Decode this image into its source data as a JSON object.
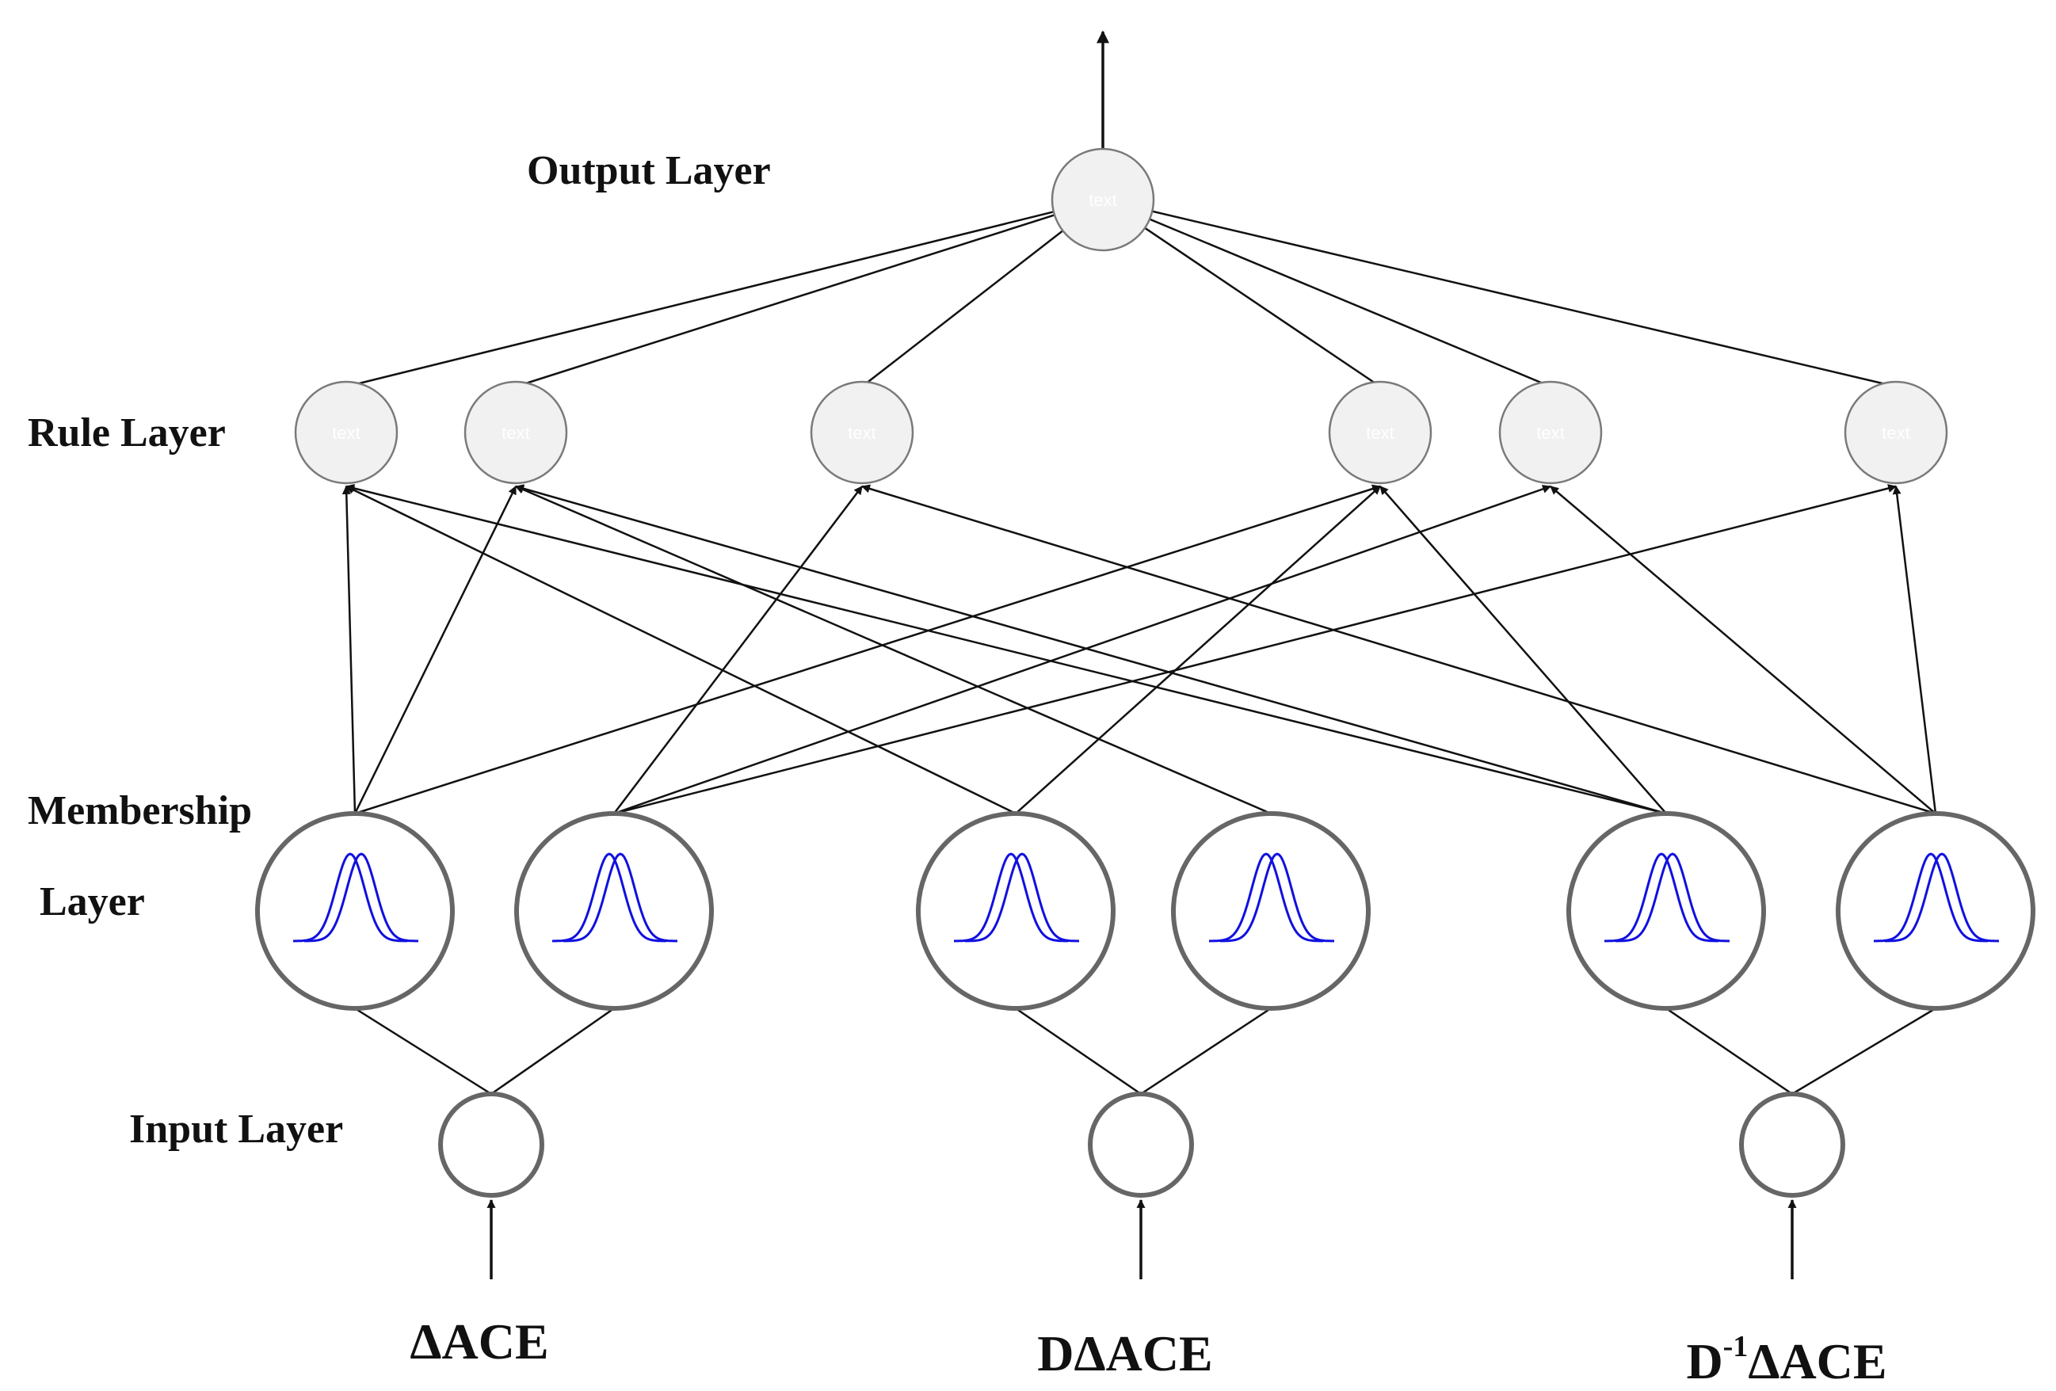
{
  "colors": {
    "line": "#111111",
    "node_fill": "#f1f1f1",
    "node_stroke": "#7a7a7a",
    "mf_stroke": "#666666",
    "gaussian": "#1010e0"
  },
  "layers": {
    "output": "Output Layer",
    "rule": "Rule Layer",
    "membership_line1": "Membership",
    "membership_line2": "Layer",
    "input": "Input Layer"
  },
  "inputs": [
    {
      "label": "ΔACE"
    },
    {
      "label": "DΔACE"
    },
    {
      "label_base": "D",
      "label_sup": "-1",
      "label_rest": "ΔACE"
    }
  ],
  "node_placeholder": "text",
  "output_node_count": 1,
  "rule_node_count": 6,
  "membership_node_count": 6,
  "input_node_count": 3
}
